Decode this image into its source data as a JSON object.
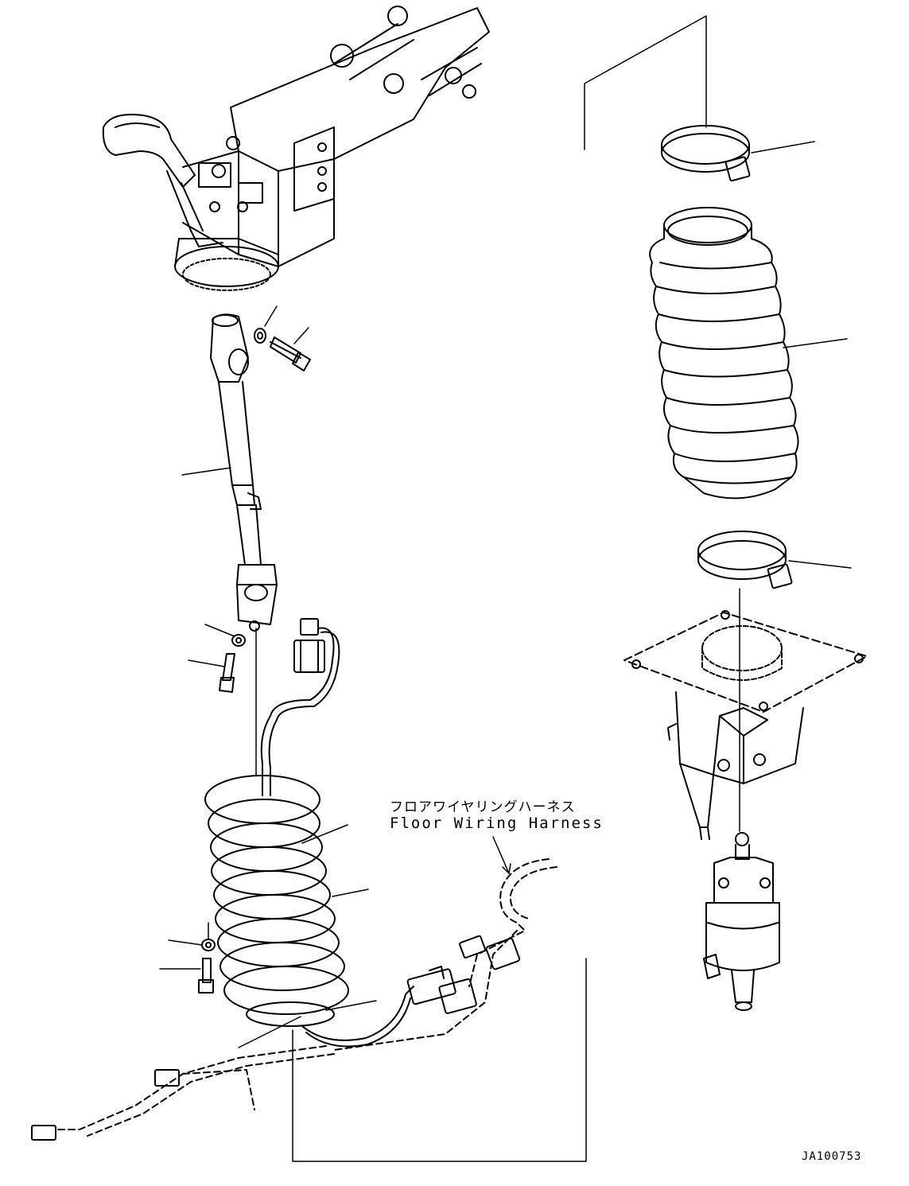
{
  "annotations": {
    "harness_label_jp": "フロアワイヤリングハーネス",
    "harness_label_en": "Floor Wiring Harness"
  },
  "drawing_id": "JA100753",
  "icons": [
    "pedal-assembly",
    "steering-shaft",
    "coiled-cable",
    "bellows-boot",
    "hose-clamp",
    "valve-body",
    "bolt",
    "washer",
    "connector"
  ],
  "colors": {
    "line": "#000000",
    "background": "#ffffff"
  }
}
